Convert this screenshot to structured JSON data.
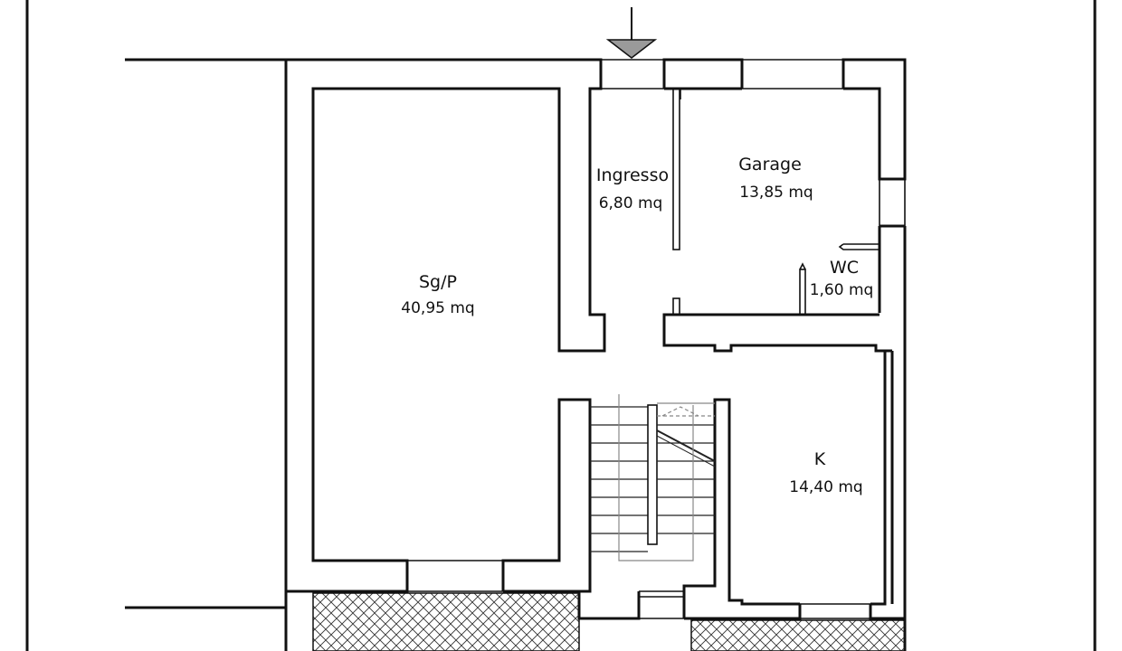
{
  "rooms": {
    "soggiorno": {
      "name": "Sg/P",
      "area": "40,95 mq"
    },
    "ingresso": {
      "name": "Ingresso",
      "area": "6,80 mq"
    },
    "garage": {
      "name": "Garage",
      "area": "13,85 mq"
    },
    "wc": {
      "name": "WC",
      "area": "1,60 mq"
    },
    "cucina": {
      "name": "K",
      "area": "14,40 mq"
    }
  }
}
